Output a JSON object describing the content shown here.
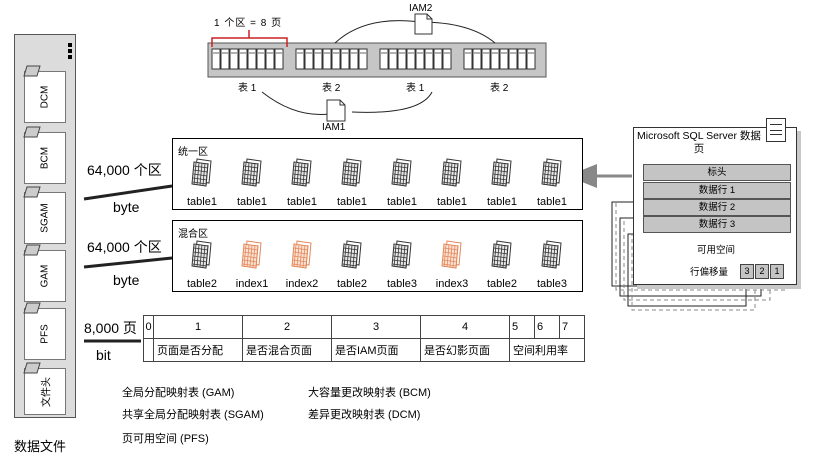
{
  "top": {
    "extent_def": "1 个区 = 8 页",
    "iam_top": "IAM2",
    "iam_bottom": "IAM1",
    "groups": [
      {
        "label": "表 1",
        "pages": 8
      },
      {
        "label": "表 2",
        "pages": 8
      },
      {
        "label": "表 1",
        "pages": 8
      },
      {
        "label": "表 2",
        "pages": 8
      }
    ]
  },
  "uniform": {
    "title": "统一区",
    "side_count": "64,000 个区",
    "side_unit": "byte",
    "pages": [
      {
        "label": "table1",
        "kind": "data"
      },
      {
        "label": "table1",
        "kind": "data"
      },
      {
        "label": "table1",
        "kind": "data"
      },
      {
        "label": "table1",
        "kind": "data"
      },
      {
        "label": "table1",
        "kind": "data"
      },
      {
        "label": "table1",
        "kind": "data"
      },
      {
        "label": "table1",
        "kind": "data"
      },
      {
        "label": "table1",
        "kind": "data"
      }
    ]
  },
  "mixed": {
    "title": "混合区",
    "side_count": "64,000 个区",
    "side_unit": "byte",
    "pages": [
      {
        "label": "table2",
        "kind": "data"
      },
      {
        "label": "index1",
        "kind": "index"
      },
      {
        "label": "index2",
        "kind": "index"
      },
      {
        "label": "table2",
        "kind": "data"
      },
      {
        "label": "table3",
        "kind": "data"
      },
      {
        "label": "index3",
        "kind": "index"
      },
      {
        "label": "table2",
        "kind": "data"
      },
      {
        "label": "table3",
        "kind": "data"
      }
    ]
  },
  "pfs": {
    "side_count": "8,000 页",
    "side_unit": "bit",
    "bit_numbers": [
      "0",
      "1",
      "2",
      "3",
      "4",
      "5",
      "6",
      "7"
    ],
    "meanings": [
      "页面是否分配",
      "是否混合页面",
      "是否IAM页面",
      "是否幻影页面",
      "空间利用率"
    ]
  },
  "sidebar": {
    "caption": "数据文件",
    "blocks": [
      "DCM",
      "BCM",
      "SGAM",
      "GAM",
      "PFS",
      "文件头"
    ]
  },
  "legend": {
    "gam": "全局分配映射表 (GAM)",
    "sgam": "共享全局分配映射表 (SGAM)",
    "pfs": "页可用空间 (PFS)",
    "bcm": "大容量更改映射表 (BCM)",
    "dcm": "差异更改映射表 (DCM)"
  },
  "mssql": {
    "title": "Microsoft SQL Server 数据页",
    "header": "标头",
    "rows": [
      "数据行 1",
      "数据行 2",
      "数据行 3"
    ],
    "free_space": "可用空间",
    "offset": "行偏移量",
    "slots": [
      "3",
      "2",
      "1"
    ]
  },
  "colors": {
    "index_page": "#e3875a",
    "data_page": "#333333",
    "highlight_line": "#cc2222"
  }
}
